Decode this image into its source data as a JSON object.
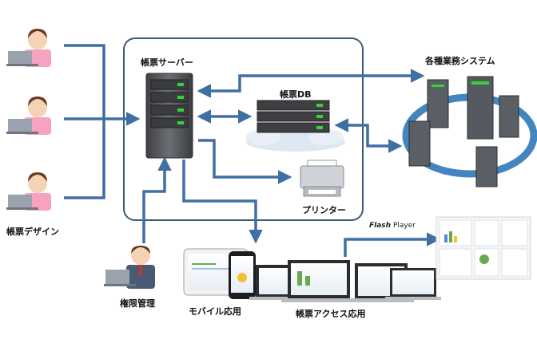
{
  "labels": {
    "server": "帳票サーバー",
    "db": "帳票DB",
    "systems": "各種業務システム",
    "printer": "プリンター",
    "designer": "帳票デザイン",
    "auth": "権限管理",
    "mobile": "モバイル応用",
    "web": "帳票アクセス応用",
    "flash_brand": "Flash",
    "flash_suffix": " Player"
  },
  "colors": {
    "arrow": "#3f6fa3",
    "box_border": "#3c5a78",
    "server_body": "#5a5c60",
    "led": "#39d139",
    "cloud": "#dfe8f2",
    "ring": "#2f78b8"
  },
  "icons": [
    "designer-person-icon",
    "server-icon",
    "database-icon",
    "printer-icon",
    "business-systems-icon",
    "admin-person-icon",
    "mobile-devices-icon",
    "laptops-icon",
    "dashboard-thumbnails-icon"
  ]
}
